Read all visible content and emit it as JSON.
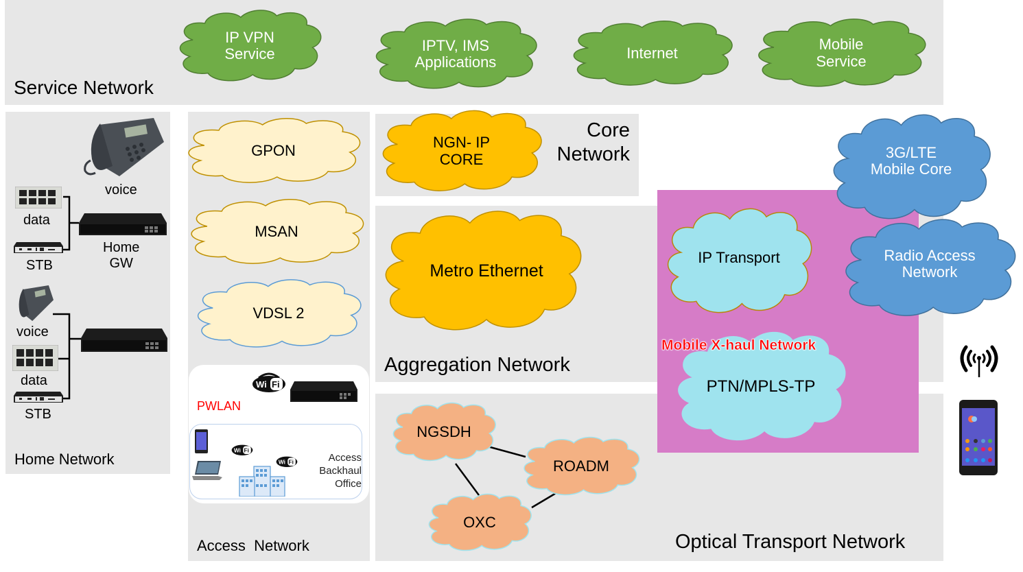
{
  "title": "Telecom Network Architecture",
  "colors": {
    "panel": "#e7e7e7",
    "service_cloud": "#70ad47",
    "access_cloud": "#fff2cc",
    "core_cloud": "#ffc000",
    "mobile_cloud": "#5b9bd5",
    "xhaul_box": "#d67cc7",
    "xhaul_cloud": "#9fe3ee",
    "optical_cloud": "#f4b183",
    "pwlan_text": "#ff0000"
  },
  "service_network": {
    "label": "Service Network",
    "clouds": [
      "IP VPN\nService",
      "IPTV, IMS\nApplications",
      "Internet",
      "Mobile\nService"
    ]
  },
  "home_network": {
    "label": "Home Network",
    "group1": {
      "voice": "voice",
      "data": "data",
      "stb": "STB",
      "gateway": "Home\nGW"
    },
    "group2": {
      "voice": "voice",
      "data": "data",
      "stb": "STB"
    }
  },
  "access_network": {
    "label": "Access  Network",
    "clouds": [
      "GPON",
      "MSAN",
      "VDSL 2"
    ],
    "pwlan": {
      "label": "PWLAN",
      "wifi": "WiFi",
      "office_label": "Access\nBackhaul\nOffice"
    }
  },
  "core_network": {
    "label": "Core\nNetwork",
    "cloud": "NGN- IP\nCORE"
  },
  "aggregation_network": {
    "label": "Aggregation Network",
    "cloud": "Metro Ethernet"
  },
  "mobile_xhaul": {
    "label": "Mobile X-haul Network",
    "clouds": [
      "IP Transport",
      "PTN/MPLS-TP"
    ]
  },
  "mobile": {
    "clouds": [
      "3G/LTE\nMobile Core",
      "Radio Access\nNetwork"
    ]
  },
  "optical_transport_network": {
    "label": "Optical Transport Network",
    "clouds": [
      "NGSDH",
      "ROADM",
      "OXC"
    ],
    "links": [
      [
        "NGSDH",
        "ROADM"
      ],
      [
        "NGSDH",
        "OXC"
      ],
      [
        "ROADM",
        "OXC"
      ]
    ]
  }
}
